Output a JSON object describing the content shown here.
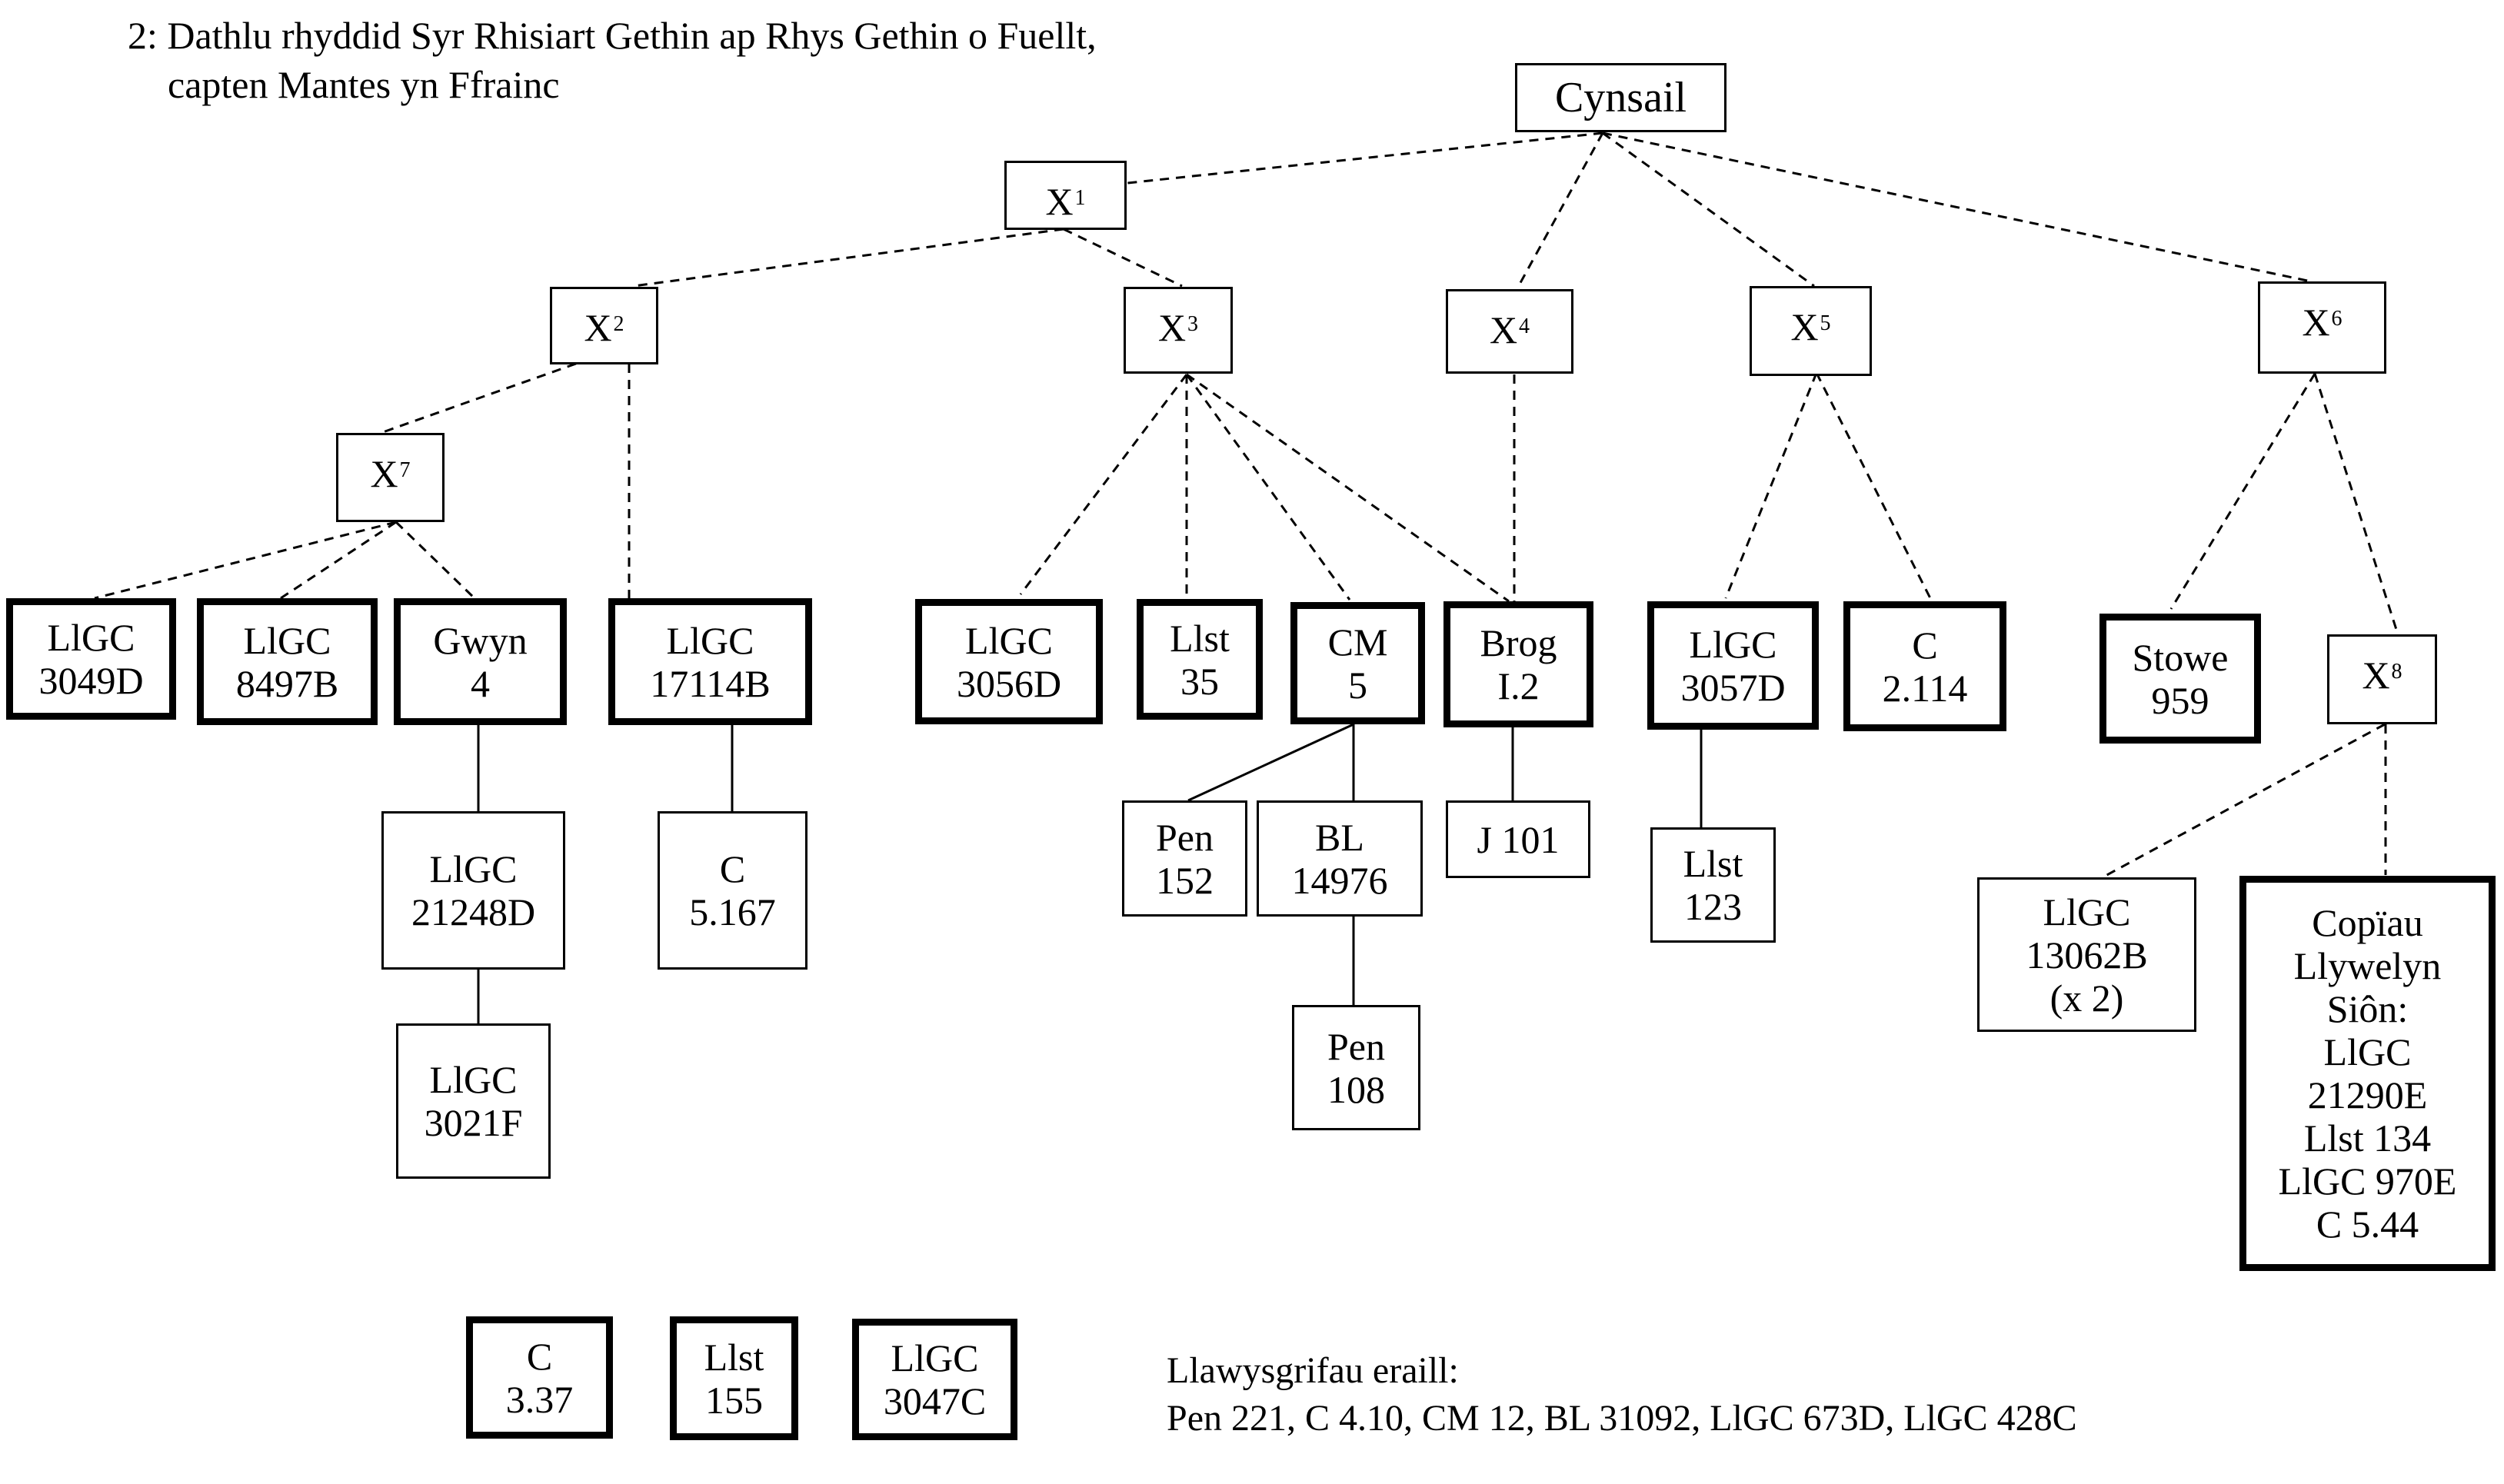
{
  "title": {
    "line1": "2: Dathlu rhyddid Syr Rhisiart Gethin ap Rhys Gethin o Fuellt,",
    "line2": "capten Mantes yn Ffrainc"
  },
  "nodes": [
    {
      "id": "cynsail",
      "kind": "archetype",
      "lines": [
        "Cynsail"
      ]
    },
    {
      "id": "x1",
      "kind": "hyparchetype",
      "label": "X",
      "sup": "1"
    },
    {
      "id": "x2",
      "kind": "hyparchetype",
      "label": "X",
      "sup": "2"
    },
    {
      "id": "x3",
      "kind": "hyparchetype",
      "label": "X",
      "sup": "3"
    },
    {
      "id": "x4",
      "kind": "hyparchetype",
      "label": "X",
      "sup": "4"
    },
    {
      "id": "x5",
      "kind": "hyparchetype",
      "label": "X",
      "sup": "5"
    },
    {
      "id": "x6",
      "kind": "hyparchetype",
      "label": "X",
      "sup": "6"
    },
    {
      "id": "x7",
      "kind": "hyparchetype",
      "label": "X",
      "sup": "7"
    },
    {
      "id": "x8",
      "kind": "hyparchetype",
      "label": "X",
      "sup": "8"
    },
    {
      "id": "llgc3049d",
      "kind": "primary",
      "lines": [
        "LlGC",
        "3049D"
      ]
    },
    {
      "id": "llgc8497b",
      "kind": "primary",
      "lines": [
        "LlGC",
        "8497B"
      ]
    },
    {
      "id": "gwyn4",
      "kind": "primary",
      "lines": [
        "Gwyn",
        "4"
      ]
    },
    {
      "id": "llgc17114b",
      "kind": "primary",
      "lines": [
        "LlGC",
        "17114B"
      ]
    },
    {
      "id": "llgc3056d",
      "kind": "primary",
      "lines": [
        "LlGC",
        "3056D"
      ]
    },
    {
      "id": "llst35",
      "kind": "primary",
      "lines": [
        "Llst",
        "35"
      ]
    },
    {
      "id": "cm5",
      "kind": "primary",
      "lines": [
        "CM",
        "5"
      ]
    },
    {
      "id": "brog12",
      "kind": "primary",
      "lines": [
        "Brog",
        "I.2"
      ]
    },
    {
      "id": "llgc3057d",
      "kind": "primary",
      "lines": [
        "LlGC",
        "3057D"
      ]
    },
    {
      "id": "c2114",
      "kind": "primary",
      "lines": [
        "C",
        "2.114"
      ]
    },
    {
      "id": "stowe959",
      "kind": "primary",
      "lines": [
        "Stowe",
        "959"
      ]
    },
    {
      "id": "llgc21248d",
      "kind": "copy",
      "lines": [
        "LlGC",
        "21248D"
      ]
    },
    {
      "id": "llgc3021f",
      "kind": "copy",
      "lines": [
        "LlGC",
        "3021F"
      ]
    },
    {
      "id": "c5167",
      "kind": "copy",
      "lines": [
        "C",
        "5.167"
      ]
    },
    {
      "id": "pen152",
      "kind": "copy",
      "lines": [
        "Pen",
        "152"
      ]
    },
    {
      "id": "bl14976",
      "kind": "copy",
      "lines": [
        "BL",
        "14976"
      ]
    },
    {
      "id": "pen108",
      "kind": "copy",
      "lines": [
        "Pen",
        "108"
      ]
    },
    {
      "id": "j101",
      "kind": "copy",
      "lines": [
        "J 101"
      ]
    },
    {
      "id": "llst123",
      "kind": "copy",
      "lines": [
        "Llst",
        "123"
      ]
    },
    {
      "id": "llgc13062b",
      "kind": "copy",
      "lines": [
        "LlGC",
        "13062B",
        "(x 2)"
      ]
    },
    {
      "id": "copiau",
      "kind": "primary",
      "lines": [
        "Copïau",
        "Llywelyn",
        "Siôn:",
        "LlGC",
        "21290E",
        "Llst 134",
        "LlGC 970E",
        "C 5.44"
      ]
    },
    {
      "id": "c337",
      "kind": "primary",
      "lines": [
        "C",
        "3.37"
      ]
    },
    {
      "id": "llst155",
      "kind": "primary",
      "lines": [
        "Llst",
        "155"
      ]
    },
    {
      "id": "llgc3047c",
      "kind": "primary",
      "lines": [
        "LlGC",
        "3047C"
      ]
    }
  ],
  "edges": [
    {
      "from": "cynsail",
      "to": "x1",
      "style": "dashed"
    },
    {
      "from": "cynsail",
      "to": "x4",
      "style": "dashed"
    },
    {
      "from": "cynsail",
      "to": "x5",
      "style": "dashed"
    },
    {
      "from": "cynsail",
      "to": "x6",
      "style": "dashed"
    },
    {
      "from": "x1",
      "to": "x2",
      "style": "dashed"
    },
    {
      "from": "x1",
      "to": "x3",
      "style": "dashed"
    },
    {
      "from": "x2",
      "to": "x7",
      "style": "dashed"
    },
    {
      "from": "x2",
      "to": "llgc17114b",
      "style": "dashed"
    },
    {
      "from": "x7",
      "to": "llgc3049d",
      "style": "dashed"
    },
    {
      "from": "x7",
      "to": "llgc8497b",
      "style": "dashed"
    },
    {
      "from": "x7",
      "to": "gwyn4",
      "style": "dashed"
    },
    {
      "from": "x3",
      "to": "llgc3056d",
      "style": "dashed"
    },
    {
      "from": "x3",
      "to": "llst35",
      "style": "dashed"
    },
    {
      "from": "x3",
      "to": "cm5",
      "style": "dashed"
    },
    {
      "from": "x3",
      "to": "brog12",
      "style": "dashed"
    },
    {
      "from": "x4",
      "to": "brog12",
      "style": "dashed"
    },
    {
      "from": "x5",
      "to": "llgc3057d",
      "style": "dashed"
    },
    {
      "from": "x5",
      "to": "c2114",
      "style": "dashed"
    },
    {
      "from": "x6",
      "to": "stowe959",
      "style": "dashed"
    },
    {
      "from": "x6",
      "to": "x8",
      "style": "dashed"
    },
    {
      "from": "x8",
      "to": "llgc13062b",
      "style": "dashed"
    },
    {
      "from": "x8",
      "to": "copiau",
      "style": "dashed"
    },
    {
      "from": "gwyn4",
      "to": "llgc21248d",
      "style": "solid"
    },
    {
      "from": "llgc21248d",
      "to": "llgc3021f",
      "style": "solid"
    },
    {
      "from": "llgc17114b",
      "to": "c5167",
      "style": "solid"
    },
    {
      "from": "cm5",
      "to": "pen152",
      "style": "solid"
    },
    {
      "from": "cm5",
      "to": "bl14976",
      "style": "solid"
    },
    {
      "from": "bl14976",
      "to": "pen108",
      "style": "solid"
    },
    {
      "from": "brog12",
      "to": "j101",
      "style": "solid"
    },
    {
      "from": "llgc3057d",
      "to": "llst123",
      "style": "solid"
    }
  ],
  "other_manuscripts": {
    "heading": "Llawysgrifau eraill:",
    "list": "Pen 221, C 4.10, CM 12, BL 31092, LlGC 673D, LlGC 428C"
  }
}
